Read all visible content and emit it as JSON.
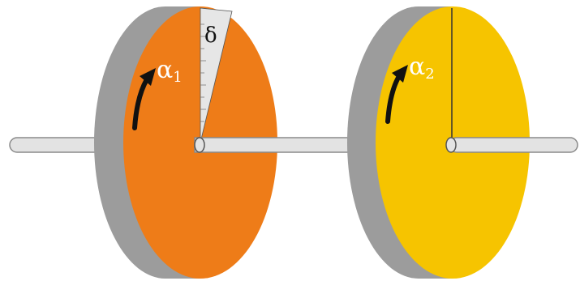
{
  "labels": {
    "disc1_angle": "α",
    "disc1_subscript": "1",
    "disc2_angle": "α",
    "disc2_subscript": "2",
    "twist_angle": "δ"
  },
  "colors": {
    "disc1_face": "#ee7c18",
    "disc2_face": "#f6c400",
    "disc_rim": "#9c9c9c",
    "disc_rim_dark": "#7c7c7c",
    "shaft": "#e3e3e3",
    "shaft_outline": "#8a8a8a",
    "wedge": "#e6e6e6",
    "arrow": "#111111",
    "label": "#ffffff"
  },
  "icons": {
    "rotation_arrow": "curved-arrow-up-icon"
  }
}
